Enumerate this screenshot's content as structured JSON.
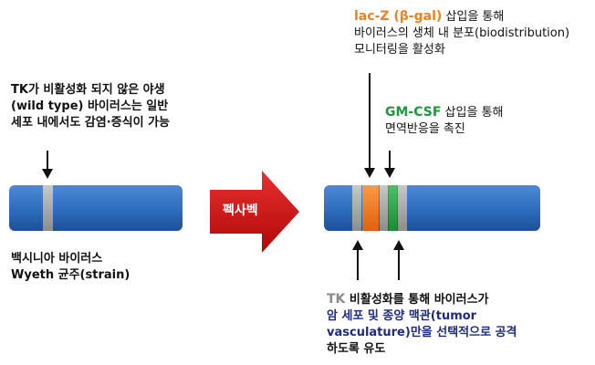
{
  "left_text": {
    "line1": "TK가 비활성화 되지 않은 야생",
    "line2": "(wild type) 바이러스는 일반",
    "line3": "세포 내에서도 감염·증식이 가능"
  },
  "left_caption": {
    "line1": "백시니아 바이러스",
    "line2": "Wyeth 균주(strain)"
  },
  "arrow_label": "펙사벡",
  "top_right": {
    "title_colored": "lac-Z (β-gal)",
    "title_rest": " 삽입을 통해",
    "line2": "바이러스의 생체 내 분포(biodistribution)",
    "line3": "모니터링을 활성화"
  },
  "mid_right": {
    "title_colored": "GM-CSF",
    "title_rest": " 삽입을 통해",
    "line2": "면역반응을 촉진"
  },
  "bottom_right": {
    "tk": "TK",
    "line1_rest": " 비활성화를 통해 바이러스가",
    "line2": "암 세포 및 종양 맥관(tumor",
    "line3": "vasculature)만을 선택적으로 공격",
    "line4": "하도록 유도"
  },
  "colors": {
    "bar_blue": "#2f6fc0",
    "band_gray": "#a8a8a8",
    "band_orange": "#f07a22",
    "band_green": "#2aa64a",
    "big_arrow_red": "#d01010"
  }
}
